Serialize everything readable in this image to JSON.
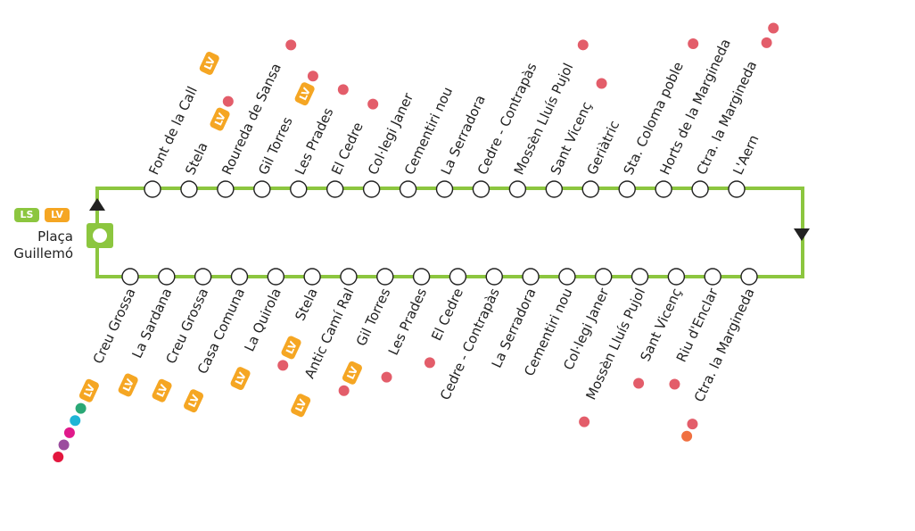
{
  "colors": {
    "line": "#8cc63f",
    "badge_ls": "#8cc63f",
    "badge_lv": "#f5a623",
    "dot_red": "#e35d6a",
    "text": "#222222"
  },
  "terminal": {
    "line1": "Plaça",
    "line2": "Guillemó",
    "badges": [
      {
        "text": "LS",
        "color": "#8cc63f"
      },
      {
        "text": "LV",
        "color": "#f5a623"
      }
    ]
  },
  "top_stops": [
    {
      "name": "Font de la Call",
      "badges": [
        "LV"
      ],
      "dots": []
    },
    {
      "name": "Stela",
      "badges": [
        "LV"
      ],
      "dots": [
        "#e35d6a"
      ]
    },
    {
      "name": "Roureda de Sansa",
      "badges": [],
      "dots": [
        "#e35d6a"
      ]
    },
    {
      "name": "Gil Torres",
      "badges": [
        "LV"
      ],
      "dots": [
        "#e35d6a"
      ]
    },
    {
      "name": "Les Prades",
      "badges": [],
      "dots": [
        "#e35d6a"
      ]
    },
    {
      "name": "El Cedre",
      "badges": [],
      "dots": [
        "#e35d6a"
      ]
    },
    {
      "name": "Col·legi Janer",
      "badges": [],
      "dots": []
    },
    {
      "name": "Cementiri nou",
      "badges": [],
      "dots": []
    },
    {
      "name": "La Serradora",
      "badges": [],
      "dots": []
    },
    {
      "name": "Cedre - Contrapàs",
      "badges": [],
      "dots": []
    },
    {
      "name": "Mossèn Lluís Pujol",
      "badges": [],
      "dots": [
        "#e35d6a"
      ]
    },
    {
      "name": "Sant Vicenç",
      "badges": [],
      "dots": [
        "#e35d6a"
      ]
    },
    {
      "name": "Geriàtric",
      "badges": [],
      "dots": []
    },
    {
      "name": "Sta. Coloma poble",
      "badges": [],
      "dots": [
        "#e35d6a"
      ]
    },
    {
      "name": "Horts de la Margineda",
      "badges": [],
      "dots": []
    },
    {
      "name": "Ctra. la Margineda",
      "badges": [],
      "dots": [
        "#e35d6a",
        "#e35d6a"
      ]
    },
    {
      "name": "L'Aern",
      "badges": [],
      "dots": []
    }
  ],
  "bottom_stops": [
    {
      "name": "Creu Grossa",
      "badges": [
        "LV"
      ],
      "dots": [
        "#2aa876",
        "#1fb5d6",
        "#e0198b",
        "#9b4d9e",
        "#e3173e"
      ]
    },
    {
      "name": "La Sardana",
      "badges": [
        "LV"
      ],
      "dots": []
    },
    {
      "name": "Creu Grossa",
      "badges": [
        "LV"
      ],
      "dots": []
    },
    {
      "name": "Casa Comuna",
      "badges": [
        "LV"
      ],
      "dots": []
    },
    {
      "name": "La Quirola",
      "badges": [
        "LV"
      ],
      "dots": []
    },
    {
      "name": "Stela",
      "badges": [
        "LV"
      ],
      "dots": [
        "#e35d6a"
      ]
    },
    {
      "name": "Antic Camí Ral",
      "badges": [
        "LV"
      ],
      "dots": []
    },
    {
      "name": "Gil Torres",
      "badges": [
        "LV"
      ],
      "dots": [
        "#e35d6a"
      ]
    },
    {
      "name": "Les Prades",
      "badges": [],
      "dots": [
        "#e35d6a"
      ]
    },
    {
      "name": "El Cedre",
      "badges": [],
      "dots": [
        "#e35d6a"
      ]
    },
    {
      "name": "Cedre - Contrapàs",
      "badges": [],
      "dots": []
    },
    {
      "name": "La Serradora",
      "badges": [],
      "dots": []
    },
    {
      "name": "Cementiri nou",
      "badges": [],
      "dots": []
    },
    {
      "name": "Col·legi Janer",
      "badges": [],
      "dots": []
    },
    {
      "name": "Mossèn Lluís Pujol",
      "badges": [],
      "dots": [
        "#e35d6a"
      ]
    },
    {
      "name": "Sant Vicenç",
      "badges": [],
      "dots": [
        "#e35d6a"
      ]
    },
    {
      "name": "Riu d'Enclar",
      "badges": [],
      "dots": [
        "#e35d6a"
      ]
    },
    {
      "name": "Ctra. la Margineda",
      "badges": [],
      "dots": [
        "#e35d6a",
        "#f07040"
      ]
    }
  ]
}
